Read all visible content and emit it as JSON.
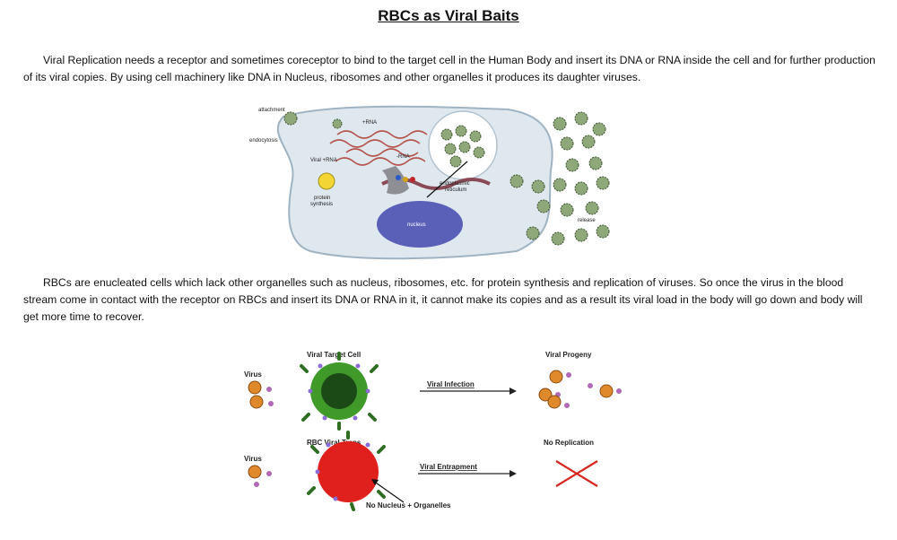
{
  "document": {
    "title": "RBCs as Viral Baits",
    "paragraph1": "Viral Replication needs a receptor and sometimes coreceptor to bind to the target cell in the Human Body and insert its DNA or RNA inside the cell and for further production of its viral copies. By using cell machinery like DNA in Nucleus, ribosomes and other organelles it produces its daughter viruses.",
    "paragraph2": "RBCs are enucleated cells which lack other organelles such as nucleus, ribosomes, etc. for protein synthesis and replication of viruses. So once the virus in the blood stream come in contact with the receptor on RBCs and insert its DNA or RNA in it, it cannot make its copies and as a result its viral load in the body will go down  and body will get more time to recover."
  },
  "figure1": {
    "labels": {
      "attachment": "attachment",
      "endocytosis": "endocytosis",
      "plus_rna": "+RNA",
      "minus_rna": "-RNA",
      "viral_rna": "Viral +RNA",
      "endoplasmic": "endoplasmic",
      "reticulum": "reticulum",
      "protein": "protein",
      "synthesis": "synthesis",
      "nucleus": "nucleus",
      "release": "release"
    },
    "colors": {
      "cell": "#dfe8ef",
      "nucleus": "#5a5fb8",
      "virus": "#8fa87a",
      "rna": "#b5564f"
    }
  },
  "figure2": {
    "labels": {
      "viral_target_cell": "Viral Target Cell",
      "viral_progeny": "Viral Progeny",
      "virus_top": "Virus",
      "viral_infection": "Viral Infection",
      "rbc_viral_traps": "RBC Viral Traps",
      "no_replication": "No Replication",
      "virus_bottom": "Virus",
      "viral_entrapment": "Viral Entrapment",
      "no_nucleus": "No Nucleus + Organelles"
    },
    "colors": {
      "target_cell_outer": "#3f9a2a",
      "target_cell_inner": "#1c4a17",
      "rbc": "#e0201c",
      "virus": "#e0892c",
      "cross": "#d8261f"
    }
  }
}
